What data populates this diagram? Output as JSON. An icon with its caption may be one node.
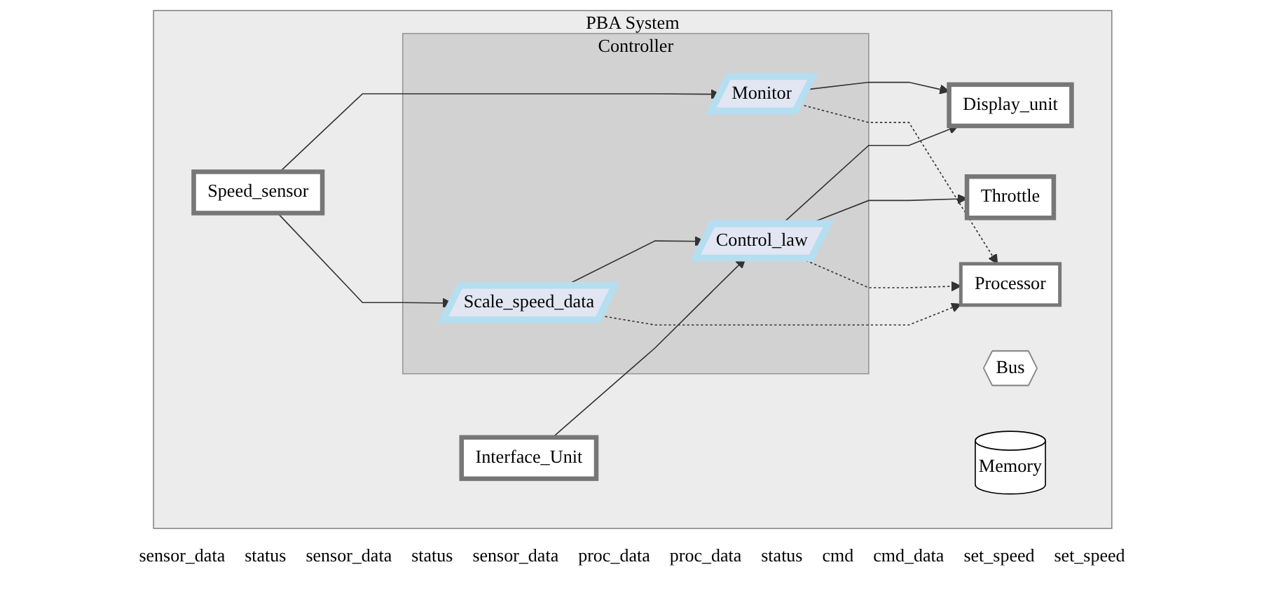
{
  "diagram": {
    "nodes": [
      {
        "text": [
          "PBA System"
        ]
      },
      {
        "text": [
          "Controller"
        ],
        "in": 0
      },
      {
        "text": [
          "Speed_sensor"
        ],
        "in": 0
      },
      {
        "text": [
          "Interface_Unit"
        ],
        "in": 0
      },
      {
        "text": [
          "Monitor"
        ],
        "in": 1
      },
      {
        "text": [
          "Scale_speed_data"
        ],
        "in": 1
      },
      {
        "text": [
          "Control_law"
        ],
        "in": 1
      },
      {
        "text": [
          "Display_unit"
        ],
        "in": 0
      },
      {
        "text": [
          "Throttle"
        ],
        "in": 0
      },
      {
        "text": [
          "Processor"
        ],
        "in": 0
      },
      {
        "text": [
          "Bus"
        ],
        "in": 0
      },
      {
        "text": [
          "Memory"
        ],
        "in": 0
      }
    ],
    "edges": [
      {
        "from": 2,
        "to": 4,
        "arrow": "to"
      },
      {
        "from": 2,
        "to": 5,
        "arrow": "to"
      },
      {
        "from": 5,
        "to": 6,
        "arrow": "to"
      },
      {
        "from": 3,
        "to": 6,
        "arrow": "to"
      },
      {
        "from": 4,
        "to": 7,
        "arrow": "to"
      },
      {
        "from": 6,
        "to": 7,
        "arrow": "to"
      },
      {
        "from": 6,
        "to": 8,
        "arrow": "to"
      },
      {
        "from": 5,
        "to": 9,
        "arrow": "to",
        "style": "dashed"
      },
      {
        "from": 4,
        "to": 9,
        "arrow": "to",
        "style": "dashed"
      },
      {
        "from": 6,
        "to": 9,
        "arrow": "to",
        "style": "dashed"
      }
    ],
    "labels": [
      "sensor_data",
      "status",
      "sensor_data",
      "status",
      "sensor_data",
      "proc_data",
      "proc_data",
      "status",
      "cmd",
      "cmd_data",
      "set_speed",
      "set_speed"
    ]
  }
}
